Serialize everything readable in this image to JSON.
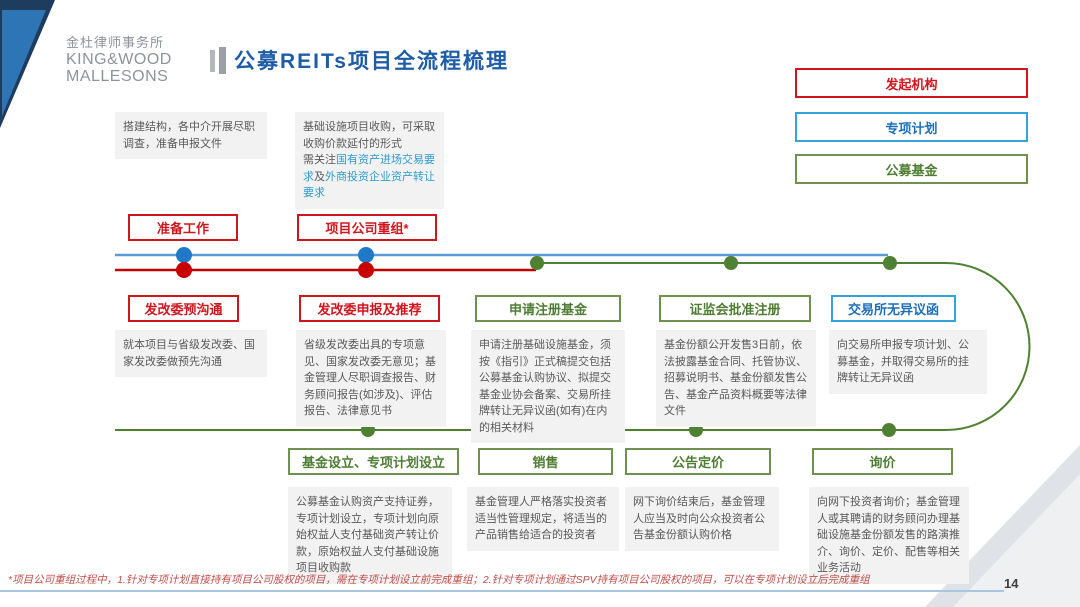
{
  "title": "公募REITs项目全流程梳理",
  "logo": {
    "cn": "金杜律师事务所",
    "en_line1": "KING&WOOD",
    "en_line2": "MALLESONS"
  },
  "legend": [
    {
      "label": "发起机构",
      "color": "#d0161d"
    },
    {
      "label": "专项计划",
      "color": "#33a3dc"
    },
    {
      "label": "公募基金",
      "color": "#4e7d33"
    }
  ],
  "prep_notes": {
    "structure": "搭建结构，各中介开展尽职调查，准备申报文件",
    "acquisition_part1": "基础设施项目收购，可采取收购价款延付的形式",
    "acquisition_prefix": "需关注",
    "acquisition_link1": "国有资产进场交易要求",
    "acquisition_mid": "及",
    "acquisition_link2": "外商投资企业资产转让要求"
  },
  "row1": [
    {
      "label": "准备工作"
    },
    {
      "label": "项目公司重组*"
    }
  ],
  "row2": [
    {
      "label": "发改委预沟通",
      "note": "就本项目与省级发改委、国家发改委做预先沟通"
    },
    {
      "label": "发改委申报及推荐",
      "note": "省级发改委出具的专项意见、国家发改委无意见；基金管理人尽职调查报告、财务顾问报告(如涉及)、评估报告、法律意见书"
    },
    {
      "label": "申请注册基金",
      "note": "申请注册基础设施基金，须按《指引》正式稿提交包括公募基金认购协议、拟提交基金业协会备案、交易所挂牌转让无异议函(如有)在内的相关材料"
    },
    {
      "label": "证监会批准注册",
      "note": "基金份额公开发售3日前，依法披露基金合同、托管协议、招募说明书、基金份额发售公告、基金产品资料概要等法律文件"
    },
    {
      "label": "交易所无异议函",
      "note": "向交易所申报专项计划、公募基金，并取得交易所的挂牌转让无异议函"
    }
  ],
  "row3": [
    {
      "label": "基金设立、专项计划设立",
      "note": "公募基金认购资产支持证券，专项计划设立，专项计划向原始权益人支付基础资产转让价款，原始权益人支付基础设施项目收购款"
    },
    {
      "label": "销售",
      "note": "基金管理人严格落实投资者适当性管理规定，将适当的产品销售给适合的投资者"
    },
    {
      "label": "公告定价",
      "note": "网下询价结束后，基金管理人应当及时向公众投资者公告基金份额认购价格"
    },
    {
      "label": "询价",
      "note": "向网下投资者询价；基金管理人或其聘请的财务顾问办理基础设施基金份额发售的路演推介、询价、定价、配售等相关业务活动"
    }
  ],
  "footnote": "*项目公司重组过程中，1.针对专项计划直接持有项目公司股权的项目，需在专项计划设立前完成重组；2.针对专项计划通过SPV持有项目公司股权的项目，可以在专项计划设立后完成重组",
  "page_number": "14",
  "colors": {
    "red_line": "#c00000",
    "blue_line": "#5b9bd5",
    "green_line": "#4e8232",
    "title_blue": "#1e5ca8",
    "gray_note_bg": "#f2f2f2",
    "gray_note_text": "#595959"
  }
}
